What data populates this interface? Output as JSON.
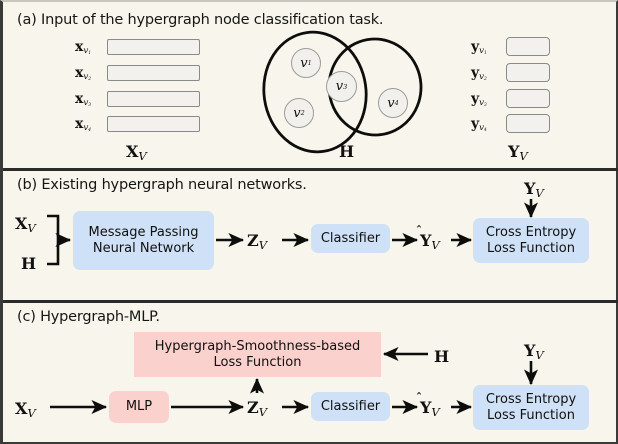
{
  "figure": {
    "background_color": "#f7f5ec",
    "blue_box_color": "#cfe1f7",
    "pink_box_color": "#fbd1ce",
    "stroke_color": "#111111"
  },
  "panel_a": {
    "caption": "(a) Input of the hypergraph node classification task.",
    "feature_rows": [
      {
        "base": "x",
        "sub": "v",
        "idx": "1"
      },
      {
        "base": "x",
        "sub": "v",
        "idx": "2"
      },
      {
        "base": "x",
        "sub": "v",
        "idx": "3"
      },
      {
        "base": "x",
        "sub": "v",
        "idx": "4"
      }
    ],
    "label_rows": [
      {
        "base": "y",
        "sub": "v",
        "idx": "1"
      },
      {
        "base": "y",
        "sub": "v",
        "idx": "2"
      },
      {
        "base": "y",
        "sub": "v",
        "idx": "3"
      },
      {
        "base": "y",
        "sub": "v",
        "idx": "4"
      }
    ],
    "features_caption": {
      "base": "X",
      "sub": "V"
    },
    "hypergraph_caption": "H",
    "labels_caption": {
      "base": "Y",
      "sub": "V"
    },
    "nodes": [
      {
        "name": "v",
        "idx": "1"
      },
      {
        "name": "v",
        "idx": "2"
      },
      {
        "name": "v",
        "idx": "3"
      },
      {
        "name": "v",
        "idx": "4"
      }
    ],
    "hyperedges": [
      {
        "id": "e1",
        "members": [
          "v1",
          "v2",
          "v3"
        ]
      },
      {
        "id": "e2",
        "members": [
          "v3",
          "v4"
        ]
      }
    ]
  },
  "panel_b": {
    "caption": "(b) Existing hypergraph neural networks.",
    "input_x": {
      "base": "X",
      "sub": "V"
    },
    "input_h": "H",
    "box_mpnn": {
      "line1": "Message Passing",
      "line2": "Neural Network"
    },
    "latent_z": {
      "base": "Z",
      "sub": "V"
    },
    "box_classifier": "Classifier",
    "pred_y": {
      "base": "Y",
      "sub": "V",
      "hat": true
    },
    "truth_y": {
      "base": "Y",
      "sub": "V"
    },
    "box_ce_loss": {
      "line1": "Cross Entropy",
      "line2": "Loss Function"
    }
  },
  "panel_c": {
    "caption": "(c) Hypergraph-MLP.",
    "input_x": {
      "base": "X",
      "sub": "V"
    },
    "box_mlp": "MLP",
    "latent_z": {
      "base": "Z",
      "sub": "V"
    },
    "box_classifier": "Classifier",
    "pred_y": {
      "base": "Y",
      "sub": "V",
      "hat": true
    },
    "truth_y": {
      "base": "Y",
      "sub": "V"
    },
    "input_h": "H",
    "box_hs_loss": {
      "line1": "Hypergraph-Smoothness-based",
      "line2": "Loss Function"
    },
    "box_ce_loss": {
      "line1": "Cross Entropy",
      "line2": "Loss Function"
    }
  }
}
